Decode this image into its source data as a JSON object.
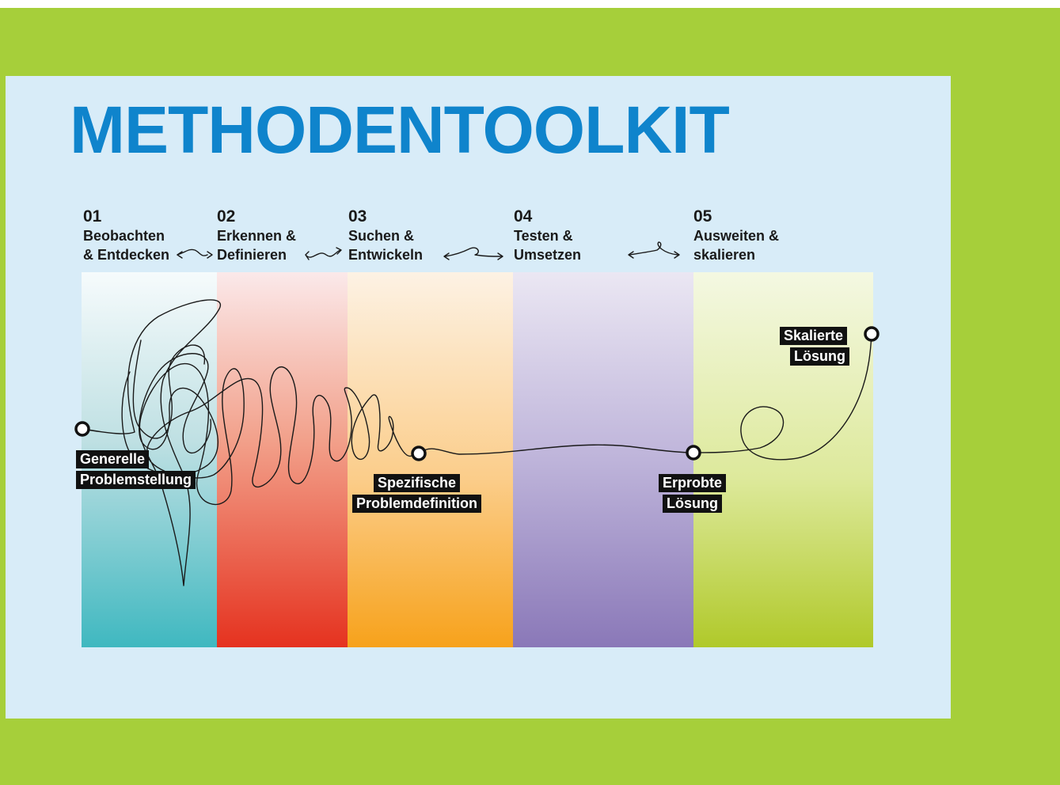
{
  "title": "METHODENTOOLKIT",
  "colors": {
    "background": "#a6cf3a",
    "panel": "#d8ecf8",
    "title": "#0f84cc",
    "band_1": "#3fb8c0",
    "band_2": "#e5321f",
    "band_3": "#f7a21b",
    "band_4": "#8a78b8",
    "band_5": "#b0c92a"
  },
  "phases": [
    {
      "number": "01",
      "line1": "Beobachten",
      "line2": "& Entdecken"
    },
    {
      "number": "02",
      "line1": "Erkennen &",
      "line2": "Definieren"
    },
    {
      "number": "03",
      "line1": "Suchen &",
      "line2": "Entwickeln"
    },
    {
      "number": "04",
      "line1": "Testen &",
      "line2": "Umsetzen"
    },
    {
      "number": "05",
      "line1": "Ausweiten &",
      "line2": "skalieren"
    }
  ],
  "milestones": [
    {
      "line1": "Generelle",
      "line2": "Problemstellung"
    },
    {
      "line1": "Spezifische",
      "line2": "Problemdefinition"
    },
    {
      "line1": "Erprobte",
      "line2": "Lösung"
    },
    {
      "line1": "Skalierte",
      "line2": "Lösung"
    }
  ]
}
